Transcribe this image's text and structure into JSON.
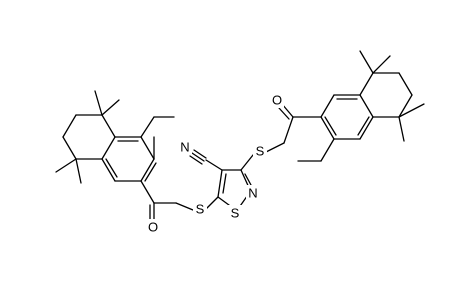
{
  "molecule": {
    "atoms": {
      "N_cyano": "N",
      "S_link_left": "S",
      "S_link_right": "S",
      "O_ketone_left": "O",
      "O_ketone_right": "O",
      "S_ring": "S",
      "N_ring": "N"
    },
    "colors": {
      "bond": "#000000",
      "label": "#000000",
      "background": "#ffffff"
    }
  }
}
